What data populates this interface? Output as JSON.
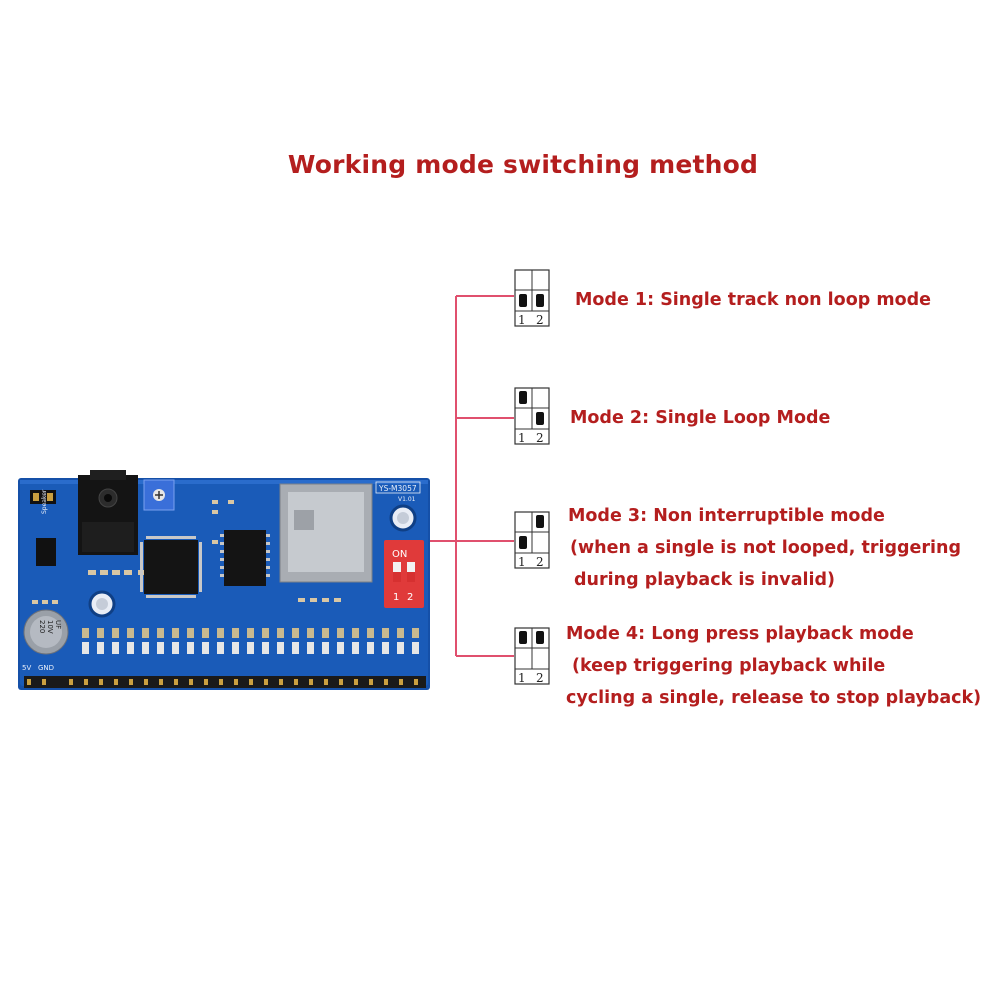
{
  "title": "Working mode switching method",
  "modes": [
    {
      "name": "Mode 1: Single track non loop mode",
      "lines": [],
      "jumper": {
        "pin1": "bottom",
        "pin2": "bottom"
      },
      "pin_labels": [
        "1",
        "2"
      ]
    },
    {
      "name": "Mode 2: Single Loop Mode",
      "lines": [],
      "jumper": {
        "pin1": "top",
        "pin2": "bottom"
      },
      "pin_labels": [
        "1",
        "2"
      ]
    },
    {
      "name": "Mode 3: Non interruptible mode",
      "lines": [
        "(when a single is not looped, triggering",
        "during playback is invalid)"
      ],
      "jumper": {
        "pin1": "bottom",
        "pin2": "top"
      },
      "pin_labels": [
        "1",
        "2"
      ]
    },
    {
      "name": "Mode 4: Long press playback mode",
      "lines": [
        "(keep triggering playback while",
        "cycling a single, release to stop playback)"
      ],
      "jumper": {
        "pin1": "top",
        "pin2": "top"
      },
      "pin_labels": [
        "1",
        "2"
      ]
    }
  ],
  "board": {
    "model": "YS-M3057",
    "version": "V1.01",
    "switch_label": "ON",
    "switch_numbers": [
      "1",
      "2"
    ],
    "cap_label": [
      "220",
      "10V",
      "UF"
    ],
    "speaker_label": "Speaker",
    "power_labels": [
      "5V",
      "GND"
    ]
  },
  "colors": {
    "title": "#b41e1e",
    "connector_line": "#e0506e",
    "pcb": "#1a5bb8",
    "dip_switch": "#e03a3a"
  }
}
